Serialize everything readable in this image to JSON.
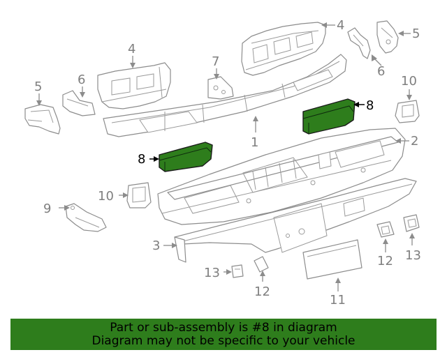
{
  "colors": {
    "highlight_fill": "#2e7d1c",
    "banner_background": "#2e7d1c",
    "line_art": "#8c8c8c",
    "callout_text": "#7f7f7f",
    "highlight_callout_text": "#000000"
  },
  "callouts": {
    "c1": "1",
    "c2": "2",
    "c3": "3",
    "c4_top": "4",
    "c4_left": "4",
    "c5_left": "5",
    "c5_right": "5",
    "c6_left": "6",
    "c6_right": "6",
    "c7": "7",
    "c8_right": "8",
    "c8_left": "8",
    "c9": "9",
    "c10_left": "10",
    "c10_right": "10",
    "c11": "11",
    "c12_center": "12",
    "c12_right": "12",
    "c13_center": "13",
    "c13_right": "13"
  },
  "highlighted_part": "8",
  "banner": {
    "line1": "Part or sub-assembly is #8 in diagram",
    "line2": "Diagram may not be specific to your vehicle"
  }
}
